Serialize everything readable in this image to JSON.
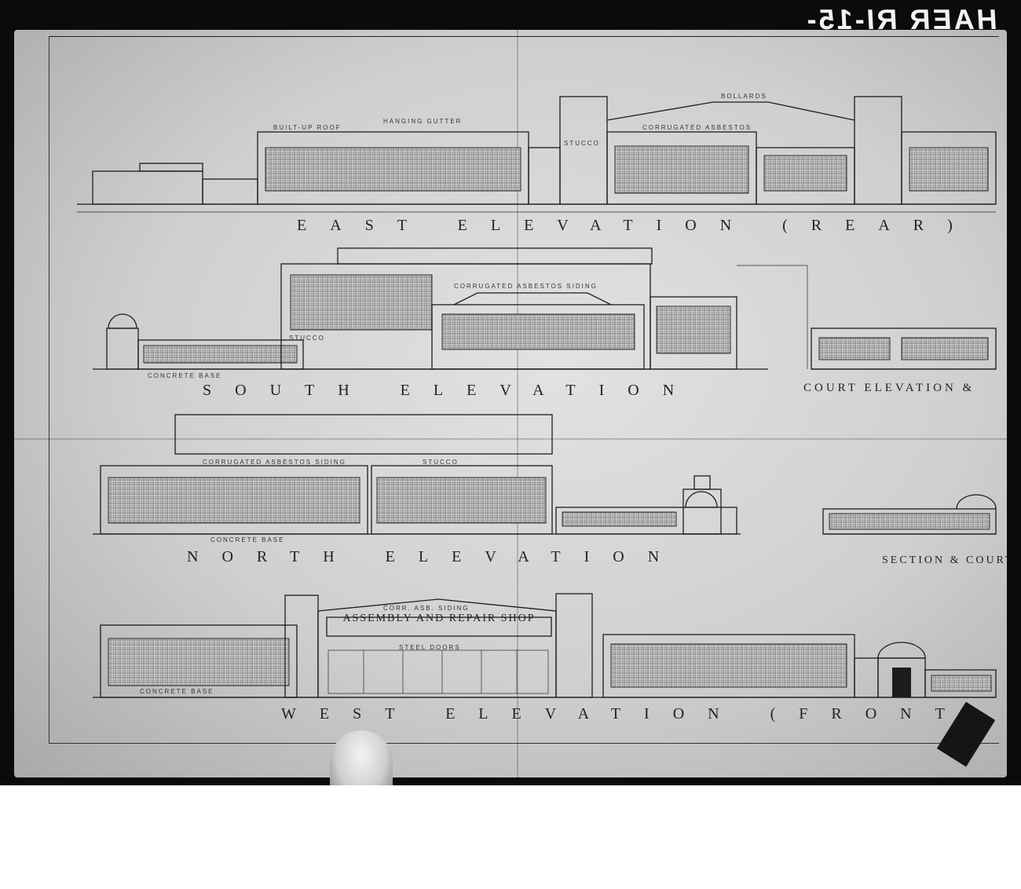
{
  "stamp": "HAER RI-15-",
  "drawing": {
    "east_elevation": {
      "title": "EAST ELEVATION (REAR)",
      "labels": [
        "BUILT-UP ROOF",
        "HANGING GUTTER",
        "CORRUGATED ASBESTOS",
        "STUCCO",
        "BOLLARDS"
      ]
    },
    "south_elevation": {
      "title": "SOUTH ELEVATION",
      "labels": [
        "CORRUGATED ASBESTOS SIDING",
        "STUCCO",
        "CONCRETE BASE"
      ]
    },
    "court_elevation": {
      "title": "COURT ELEVATION &"
    },
    "north_elevation": {
      "title": "NORTH ELEVATION",
      "labels": [
        "CORRUGATED ASBESTOS SIDING",
        "STUCCO",
        "CONCRETE BASE"
      ]
    },
    "section_court": {
      "title": "SECTION & COURT"
    },
    "west_elevation": {
      "title": "WEST ELEVATION (FRONT)",
      "sign": "ASSEMBLY AND REPAIR SHOP",
      "labels": [
        "STEEL DOORS",
        "CONCRETE BASE",
        "CORR. ASB. SIDING"
      ]
    }
  }
}
